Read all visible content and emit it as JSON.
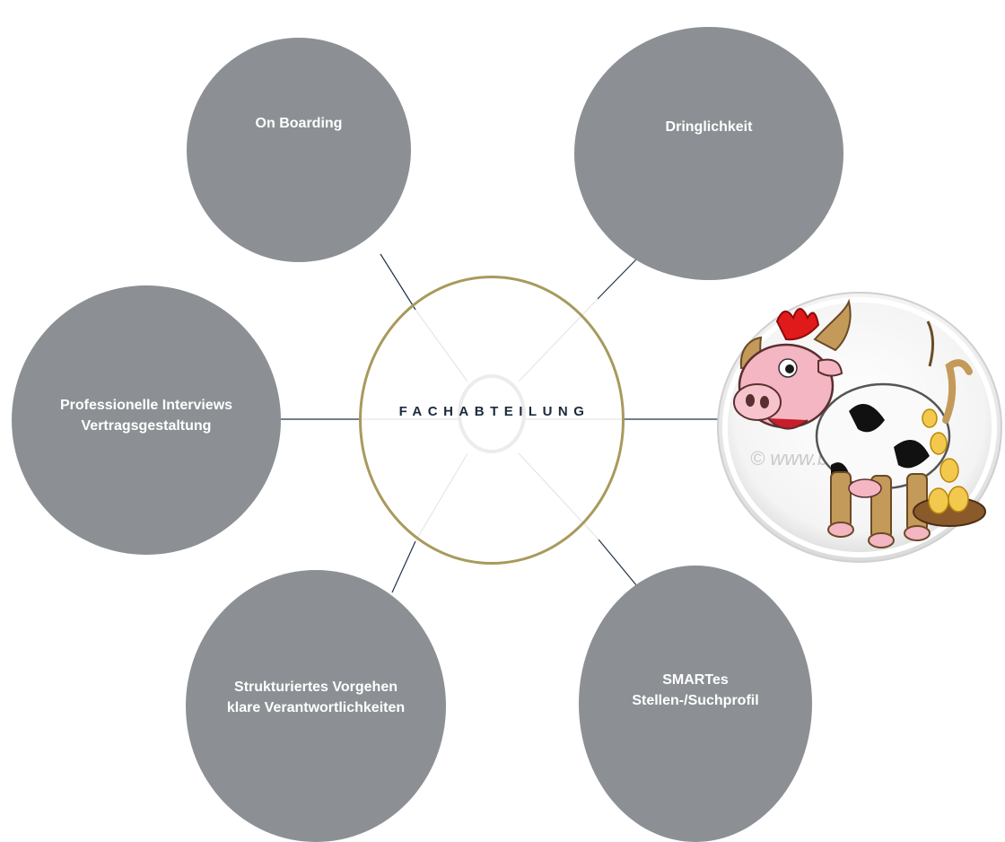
{
  "center": {
    "title": "FACHABTEILUNG"
  },
  "nodes": {
    "onboarding": {
      "lines": [
        "On Boarding"
      ]
    },
    "dringlichkeit": {
      "lines": [
        "Dringlichkeit"
      ]
    },
    "interviews": {
      "lines": [
        "Professionelle Interviews",
        "Vertragsgestaltung"
      ]
    },
    "strukturiert": {
      "lines": [
        "Strukturiertes Vorgehen",
        "klare Verantwortlichkeiten"
      ]
    },
    "smartes": {
      "lines": [
        "SMARTes",
        "Stellen-/Suchprofil"
      ]
    }
  },
  "image": {
    "description_icon": "cow-pig-sheep-chicken-mascot-icon",
    "watermark": "© www.bohutz.de"
  },
  "colors": {
    "node_fill": "#8c9094",
    "node_text": "#ffffff",
    "center_ring": "#a89a5d",
    "center_text": "#1b2a3c",
    "connector": "#1f3347"
  }
}
